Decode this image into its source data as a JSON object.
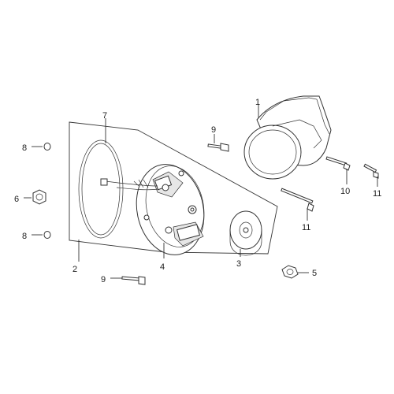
{
  "diagram": {
    "callouts": [
      {
        "id": "c1",
        "label": "1"
      },
      {
        "id": "c2",
        "label": "2"
      },
      {
        "id": "c3",
        "label": "3"
      },
      {
        "id": "c4",
        "label": "4"
      },
      {
        "id": "c5",
        "label": "5"
      },
      {
        "id": "c6",
        "label": "6"
      },
      {
        "id": "c7",
        "label": "7"
      },
      {
        "id": "c8a",
        "label": "8"
      },
      {
        "id": "c8b",
        "label": "8"
      },
      {
        "id": "c9a",
        "label": "9"
      },
      {
        "id": "c9b",
        "label": "9"
      },
      {
        "id": "c10",
        "label": "10"
      },
      {
        "id": "c11a",
        "label": "11"
      },
      {
        "id": "c11b",
        "label": "11"
      }
    ]
  }
}
